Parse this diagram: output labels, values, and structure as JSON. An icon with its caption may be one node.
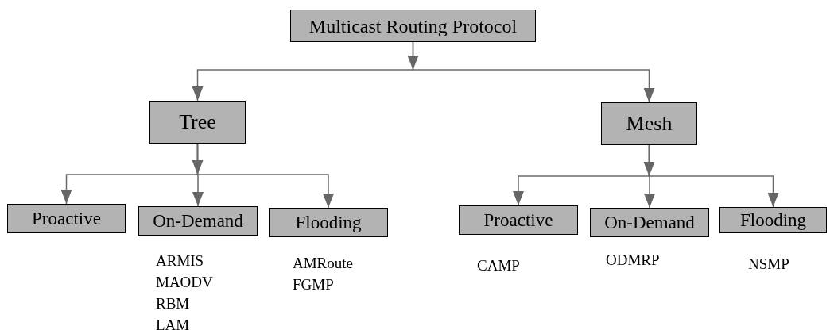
{
  "diagram": {
    "nodes": [
      {
        "text": [
          "Multicast Routing Protocol"
        ]
      },
      {
        "text": [
          "Tree"
        ]
      },
      {
        "text": [
          "Mesh"
        ]
      },
      {
        "text": [
          "Proactive"
        ]
      },
      {
        "text": [
          "On-Demand"
        ],
        "beside": [
          "ARMIS",
          "MAODV",
          "RBM",
          "LAM"
        ]
      },
      {
        "text": [
          "Flooding"
        ],
        "beside": [
          "AMRoute",
          "FGMP"
        ]
      },
      {
        "text": [
          "Proactive"
        ],
        "beside": [
          "CAMP"
        ]
      },
      {
        "text": [
          "On-Demand"
        ],
        "beside": [
          "ODMRP"
        ]
      },
      {
        "text": [
          "Flooding"
        ],
        "beside": [
          "NSMP"
        ]
      }
    ],
    "edges": [
      {
        "from": 0,
        "to": 1,
        "arrow": "to"
      },
      {
        "from": 0,
        "to": 2,
        "arrow": "to"
      },
      {
        "from": 1,
        "to": 3,
        "arrow": "to"
      },
      {
        "from": 1,
        "to": 4,
        "arrow": "to"
      },
      {
        "from": 1,
        "to": 5,
        "arrow": "to"
      },
      {
        "from": 2,
        "to": 6,
        "arrow": "to"
      },
      {
        "from": 2,
        "to": 7,
        "arrow": "to"
      },
      {
        "from": 2,
        "to": 8,
        "arrow": "to"
      }
    ]
  }
}
